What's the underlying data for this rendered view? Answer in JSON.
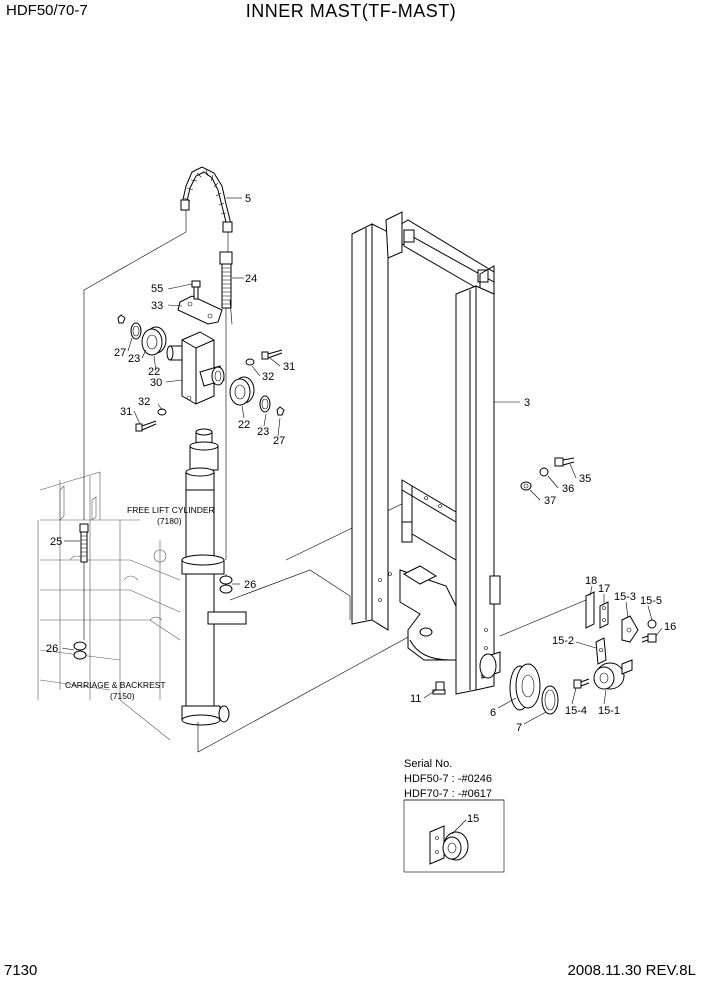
{
  "header": {
    "model": "HDF50/70-7",
    "title": "INNER MAST(TF-MAST)"
  },
  "footer": {
    "page_number": "7130",
    "revision": "2008.11.30  REV.8L"
  },
  "notes": {
    "free_lift_cylinder": "FREE LIFT CYLINDER",
    "free_lift_ref": "(7180)",
    "carriage_backrest": "CARRIAGE & BACKREST",
    "carriage_ref": "(7150)"
  },
  "serial": {
    "title": "Serial No.",
    "line1": "HDF50-7 : -#0246",
    "line2": "HDF70-7 : -#0617",
    "inset_part": "15"
  },
  "callouts": {
    "c5": "5",
    "c24": "24",
    "c55": "55",
    "c33": "33",
    "c27a": "27",
    "c23a": "23",
    "c22a": "22",
    "c30": "30",
    "c32a": "32",
    "c31a": "31",
    "c32b": "32",
    "c31b": "31",
    "c22b": "22",
    "c23b": "23",
    "c27b": "27",
    "c3": "3",
    "c35": "35",
    "c36": "36",
    "c37": "37",
    "c25": "25",
    "c26a": "26",
    "c26b": "26",
    "c18": "18",
    "c17": "17",
    "c15_3": "15-3",
    "c15_5": "15-5",
    "c16": "16",
    "c15_2": "15-2",
    "c11": "11",
    "c6": "6",
    "c7": "7",
    "c15_4": "15-4",
    "c15_1": "15-1"
  }
}
